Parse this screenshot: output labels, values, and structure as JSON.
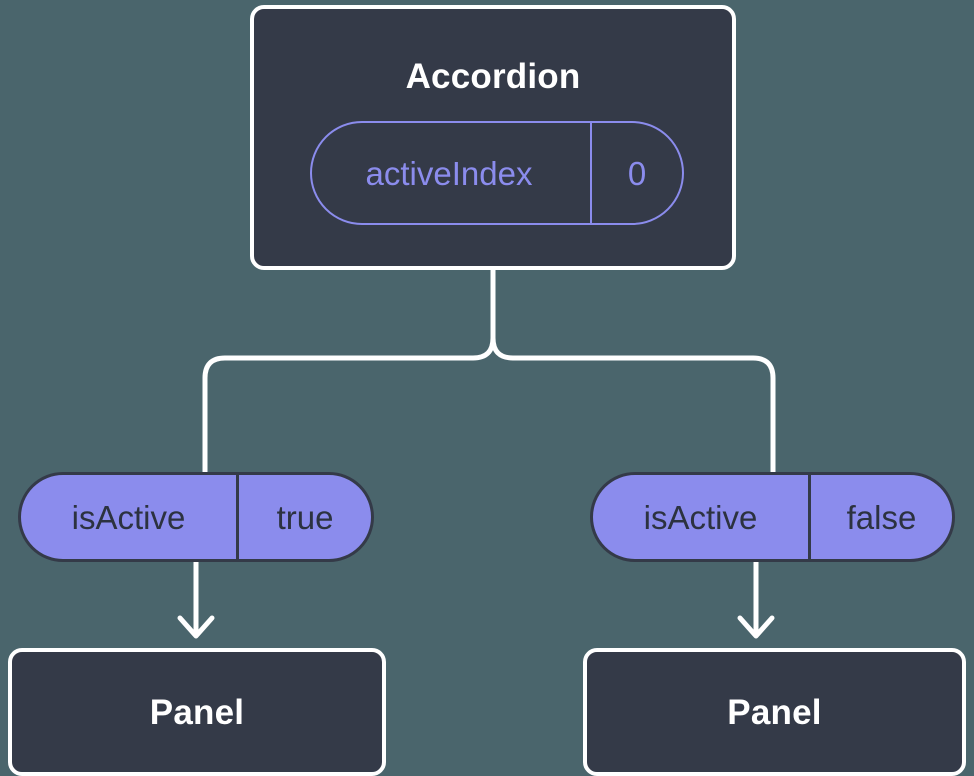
{
  "diagram": {
    "type": "component-state-tree",
    "background_color": "#4a656c",
    "node_fill_color": "#343a48",
    "node_border_color": "#ffffff",
    "accent_color": "#8b8ced",
    "connector_color": "#ffffff"
  },
  "root": {
    "title": "Accordion",
    "state": {
      "key": "activeIndex",
      "value": "0"
    }
  },
  "branches": [
    {
      "prop": {
        "key": "isActive",
        "value": "true"
      },
      "child": {
        "title": "Panel"
      }
    },
    {
      "prop": {
        "key": "isActive",
        "value": "false"
      },
      "child": {
        "title": "Panel"
      }
    }
  ]
}
